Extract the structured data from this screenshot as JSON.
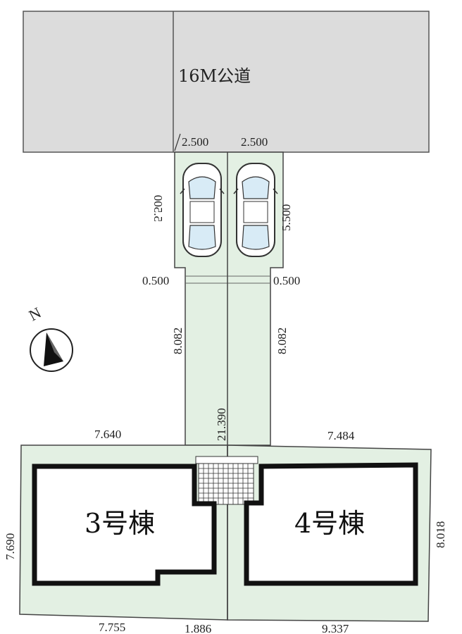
{
  "road": {
    "label": "16M公道"
  },
  "buildings": {
    "building_3": "3号棟",
    "building_4": "4号棟"
  },
  "dimensions": {
    "parking_width_left": "2.500",
    "parking_width_right": "2.500",
    "parking_depth_left": "5.500",
    "parking_depth_right": "5.500",
    "gap_left": "0.500",
    "gap_right": "0.500",
    "driveway_left": "8.082",
    "driveway_right": "8.082",
    "center_line": "21.390",
    "lot3_top": "7.640",
    "lot4_top": "7.484",
    "lot3_left": "7.690",
    "lot4_right": "8.018",
    "lot3_bottom": "7.755",
    "bottom_middle": "1.886",
    "lot4_bottom": "9.337"
  },
  "compass": {
    "label": "N"
  },
  "colors": {
    "lot": "#e3f0e3",
    "road": "#dcdcdc",
    "line": "#333333",
    "building": "#111111"
  }
}
